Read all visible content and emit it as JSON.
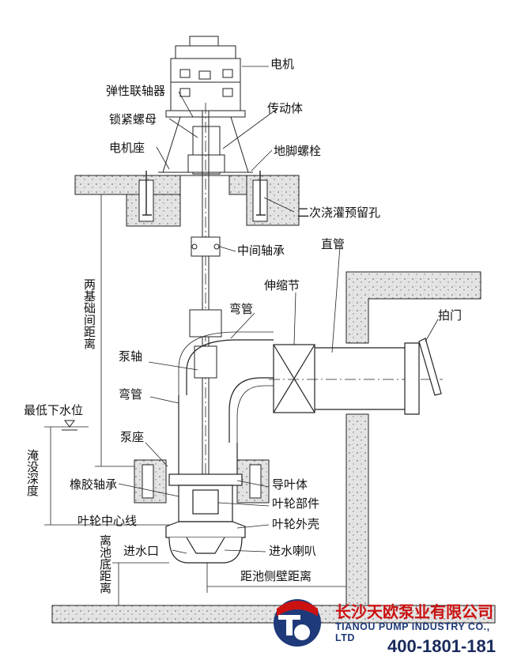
{
  "colors": {
    "line": "#222222",
    "concrete": "#d6d6d6",
    "brand_red": "#cc1111",
    "brand_blue": "#1f3a7a",
    "tel_navy": "#1a2a5c"
  },
  "labels": {
    "motor": "电机",
    "coupling": "弹性联轴器",
    "lock_nut": "锁紧螺母",
    "motor_seat": "电机座",
    "transmission": "传动体",
    "anchor_bolt": "地脚螺栓",
    "grout_hole": "二次浇灌预留孔",
    "middle_bearing": "中间轴承",
    "straight_pipe": "直管",
    "expansion_joint": "伸缩节",
    "elbow_upper": "弯管",
    "flap_valve": "拍门",
    "floor_distance": "两基础间距离",
    "pump_shaft": "泵轴",
    "elbow_lower": "弯管",
    "min_water_level": "最低下水位",
    "pump_base": "泵座",
    "submergence": "淹没深度",
    "rubber_bearing": "橡胶轴承",
    "guide_vane": "导叶体",
    "impeller_parts": "叶轮部件",
    "impeller_center": "叶轮中心线",
    "impeller_casing": "叶轮外壳",
    "bottom_distance": "离池底距离",
    "inlet": "进水口",
    "bell_mouth": "进水喇叭",
    "side_wall_distance": "距池侧壁距离"
  },
  "brand": {
    "name_cn": "长沙天欧泵业有限公司",
    "name_en": "TIANOU PUMP INDUSTRY CO., LTD",
    "phone": "400-1801-181"
  }
}
